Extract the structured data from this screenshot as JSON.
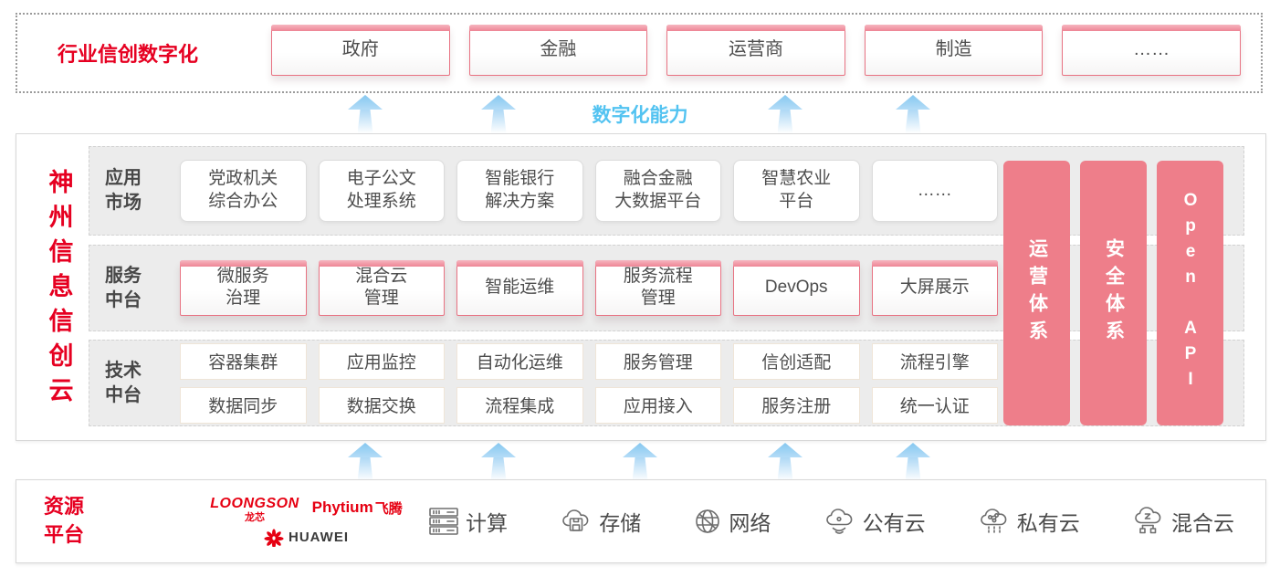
{
  "colors": {
    "accent_red": "#e60021",
    "logo_red": "#e60012",
    "pillar_pink": "#ee7e8a",
    "capability_blue": "#53c3f1",
    "arrow_blue": "#a9d7f5",
    "row_gray": "#ececec"
  },
  "top_banner": {
    "label": "行业信创数字化",
    "industries": [
      "政府",
      "金融",
      "运营商",
      "制造",
      "……"
    ]
  },
  "capability_label": "数字化能力",
  "platform": {
    "vertical_title": "神州信息信创云",
    "rows": [
      {
        "label": "应用\n市场",
        "items": [
          "党政机关\n综合办公",
          "电子公文\n处理系统",
          "智能银行\n解决方案",
          "融合金融\n大数据平台",
          "智慧农业\n平台",
          "……"
        ]
      },
      {
        "label": "服务\n中台",
        "items": [
          "微服务\n治理",
          "混合云\n管理",
          "智能运维",
          "服务流程\n管理",
          "DevOps",
          "大屏展示"
        ]
      },
      {
        "label": "技术\n中台",
        "items_top": [
          "容器集群",
          "应用监控",
          "自动化运维",
          "服务管理",
          "信创适配",
          "流程引擎"
        ],
        "items_bottom": [
          "数据同步",
          "数据交换",
          "流程集成",
          "应用接入",
          "服务注册",
          "统一认证"
        ]
      }
    ],
    "pillars": [
      "运营体系",
      "安全体系",
      "Open API"
    ]
  },
  "resource": {
    "label": "资源\n平台",
    "vendors": {
      "loongson": "LOONGSON",
      "loongson_cn": "龙芯",
      "phytium": "Phytium",
      "phytium_cn": "飞腾",
      "huawei": "HUAWEI"
    },
    "items": [
      {
        "icon": "compute-icon",
        "label": "计算"
      },
      {
        "icon": "storage-icon",
        "label": "存储"
      },
      {
        "icon": "network-icon",
        "label": "网络"
      },
      {
        "icon": "public-cloud-icon",
        "label": "公有云"
      },
      {
        "icon": "private-cloud-icon",
        "label": "私有云"
      },
      {
        "icon": "hybrid-cloud-icon",
        "label": "混合云"
      }
    ]
  }
}
